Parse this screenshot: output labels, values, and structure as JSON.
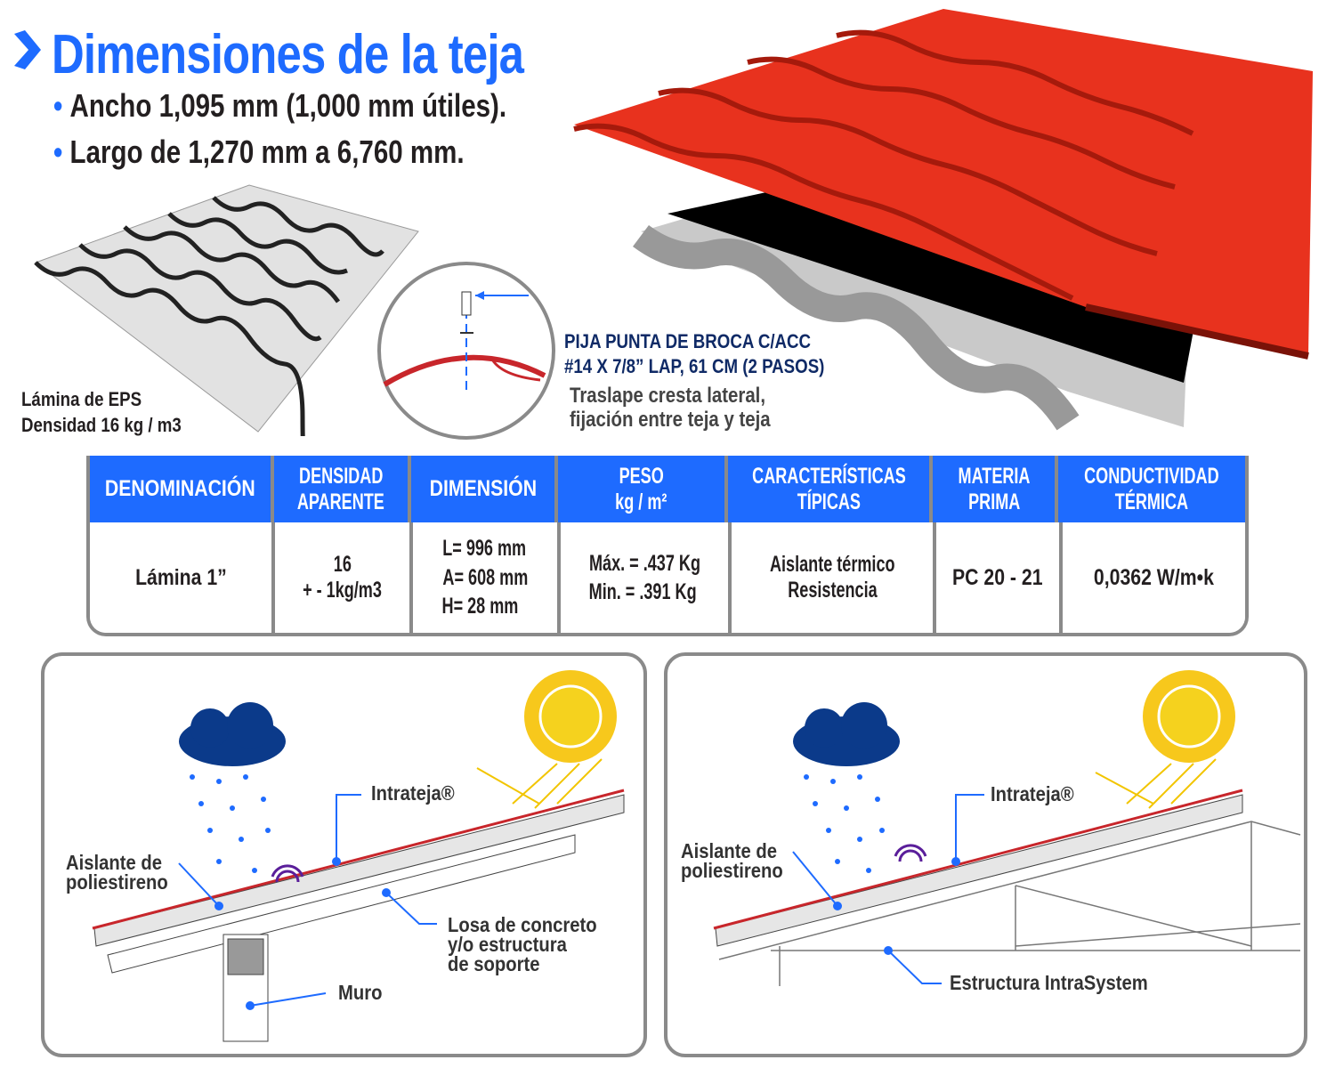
{
  "header": {
    "title": "Dimensiones de la teja",
    "bullets": [
      "Ancho 1,095 mm (1,000 mm útiles).",
      "Largo de 1,270 mm a 6,760 mm."
    ]
  },
  "eps": {
    "line1": "Lámina de EPS",
    "line2": "Densidad 16 kg / m3"
  },
  "screw": {
    "spec_line1": "PIJA PUNTA DE BROCA C/ACC",
    "spec_line2": "#14 X 7/8” LAP, 61 CM (2 PASOS)",
    "desc_line1": "Traslape cresta lateral,",
    "desc_line2": "fijación entre teja y teja"
  },
  "table": {
    "headers": [
      [
        "DENOMINACIÓN"
      ],
      [
        "DENSIDAD",
        "APARENTE"
      ],
      [
        "DIMENSIÓN"
      ],
      [
        "PESO",
        "kg / m²"
      ],
      [
        "CARACTERÍSTICAS",
        "TÍPICAS"
      ],
      [
        "MATERIA",
        "PRIMA"
      ],
      [
        "CONDUCTIVIDAD",
        "TÉRMICA"
      ]
    ],
    "row": [
      [
        "Lámina 1”"
      ],
      [
        "16",
        "+ - 1kg/m3"
      ],
      [
        "L= 996 mm",
        "A= 608 mm",
        "H= 28 mm"
      ],
      [
        "Máx. = .437 Kg",
        "Min. = .391 Kg"
      ],
      [
        "Aislante térmico",
        "Resistencia"
      ],
      [
        "PC 20 - 21"
      ],
      [
        "0,0362  W/m•k"
      ]
    ]
  },
  "panel_left": {
    "intrateja": "Intrateja®",
    "aislante_1": "Aislante de",
    "aislante_2": "poliestireno",
    "losa_1": "Losa de concreto",
    "losa_2": "y/o estructura",
    "losa_3": "de soporte",
    "muro": "Muro"
  },
  "panel_right": {
    "intrateja": "Intrateja®",
    "aislante_1": "Aislante de",
    "aislante_2": "poliestireno",
    "estructura": "Estructura IntraSystem"
  },
  "colors": {
    "accent": "#1e6bff",
    "roof_red": "#e8321e",
    "navy": "#0f2a66",
    "border": "#8a8a8a"
  }
}
